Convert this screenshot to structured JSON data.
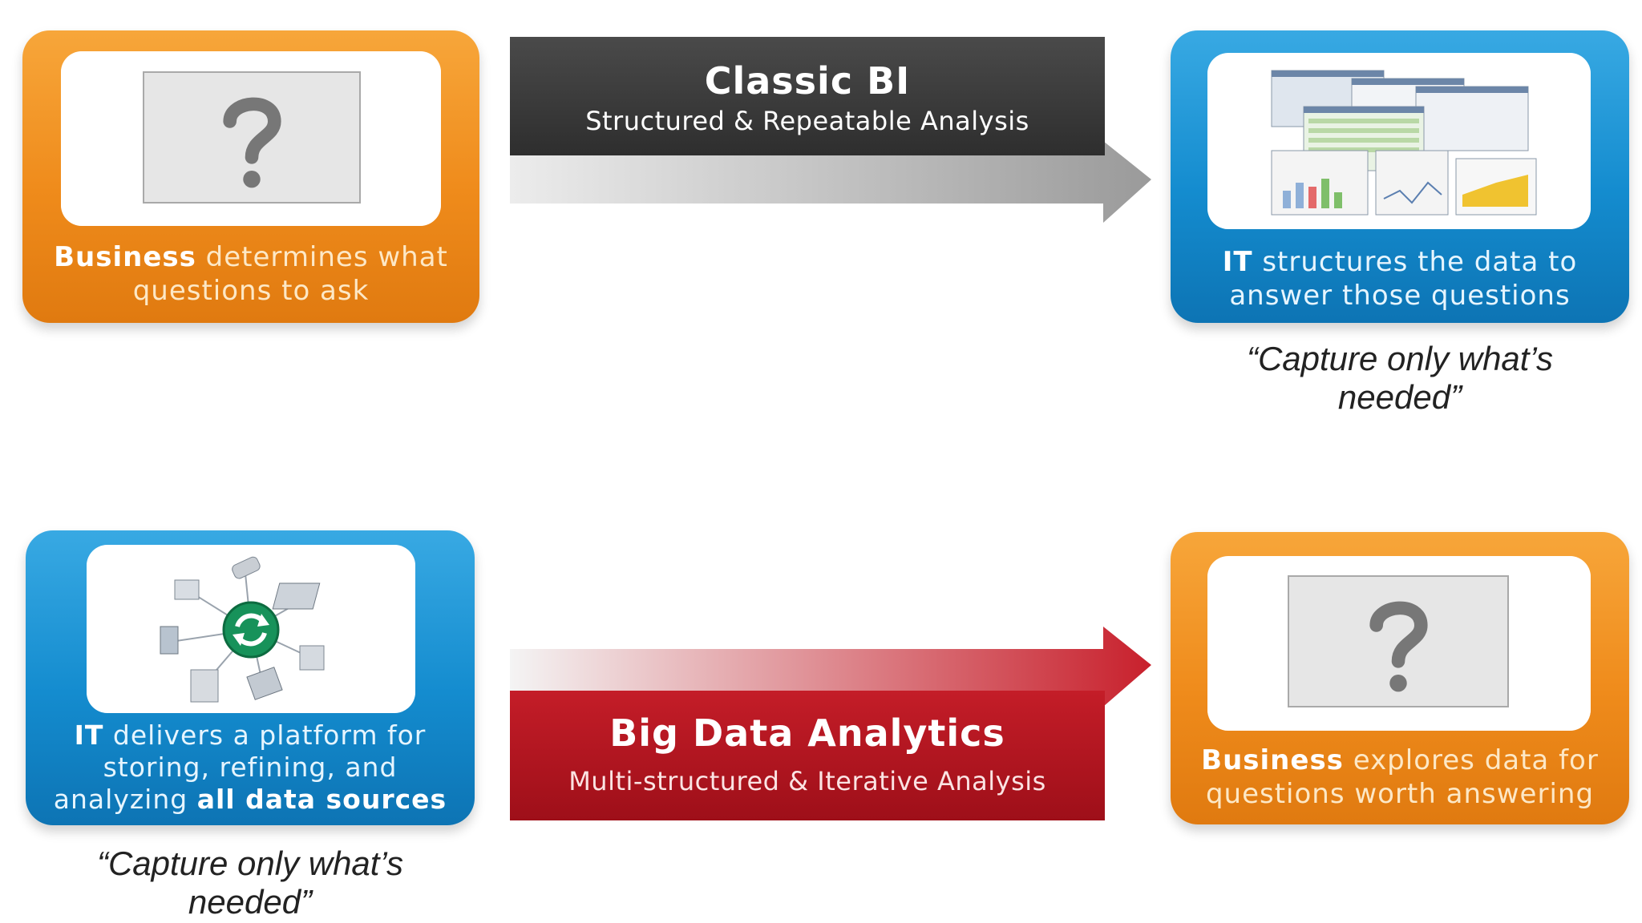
{
  "classic_bi": {
    "title": "Classic BI",
    "subtitle": "Structured & Repeatable Analysis",
    "left_card": {
      "bold": "Business",
      "rest_line1": " determines what",
      "line2": "questions to ask"
    },
    "right_card": {
      "bold": "IT",
      "rest_line1": " structures the data to",
      "line2": "answer those questions"
    },
    "quote": {
      "line1": "“Capture only what’s",
      "line2": "needed”"
    }
  },
  "big_data": {
    "title": "Big Data Analytics",
    "subtitle": "Multi-structured & Iterative Analysis",
    "left_card": {
      "bold1": "IT",
      "rest_line1": " delivers a platform for",
      "line2": "storing, refining, and",
      "line3_prefix": "analyzing ",
      "bold3": "all data sources"
    },
    "right_card": {
      "bold": "Business",
      "rest_line1": " explores data for",
      "line2": "questions worth answering"
    },
    "quote": {
      "line1": "“Capture only what’s",
      "line2": "needed”"
    }
  },
  "colors": {
    "orange": "#ef8b1b",
    "blue": "#148ccf",
    "classic_banner": "#3a3a3a",
    "bigdata_banner": "#b3141f"
  },
  "icons": [
    "question-mark-icon",
    "dashboard-screenshots-icon",
    "network-sync-icon"
  ]
}
